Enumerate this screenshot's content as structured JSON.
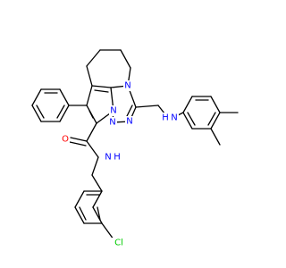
{
  "molecule": {
    "atoms": [
      {
        "id": "N_amide",
        "label": "N",
        "color": "#0000ff"
      },
      {
        "id": "H_amide",
        "label": "H",
        "color": "#0000ff"
      },
      {
        "id": "O_amide",
        "label": "O",
        "color": "#ff0000"
      },
      {
        "id": "N_bridge",
        "label": "N",
        "color": "#0000ff"
      },
      {
        "id": "N_pyrrole",
        "label": "N",
        "color": "#0000ff"
      },
      {
        "id": "N_ring1",
        "label": "N",
        "color": "#0000ff"
      },
      {
        "id": "N_ring2",
        "label": "N",
        "color": "#0000ff"
      },
      {
        "id": "N_amine",
        "label": "N",
        "color": "#0000ff"
      },
      {
        "id": "H_amine",
        "label": "H",
        "color": "#0000ff"
      },
      {
        "id": "Cl",
        "label": "Cl",
        "color": "#00cc00"
      }
    ]
  }
}
